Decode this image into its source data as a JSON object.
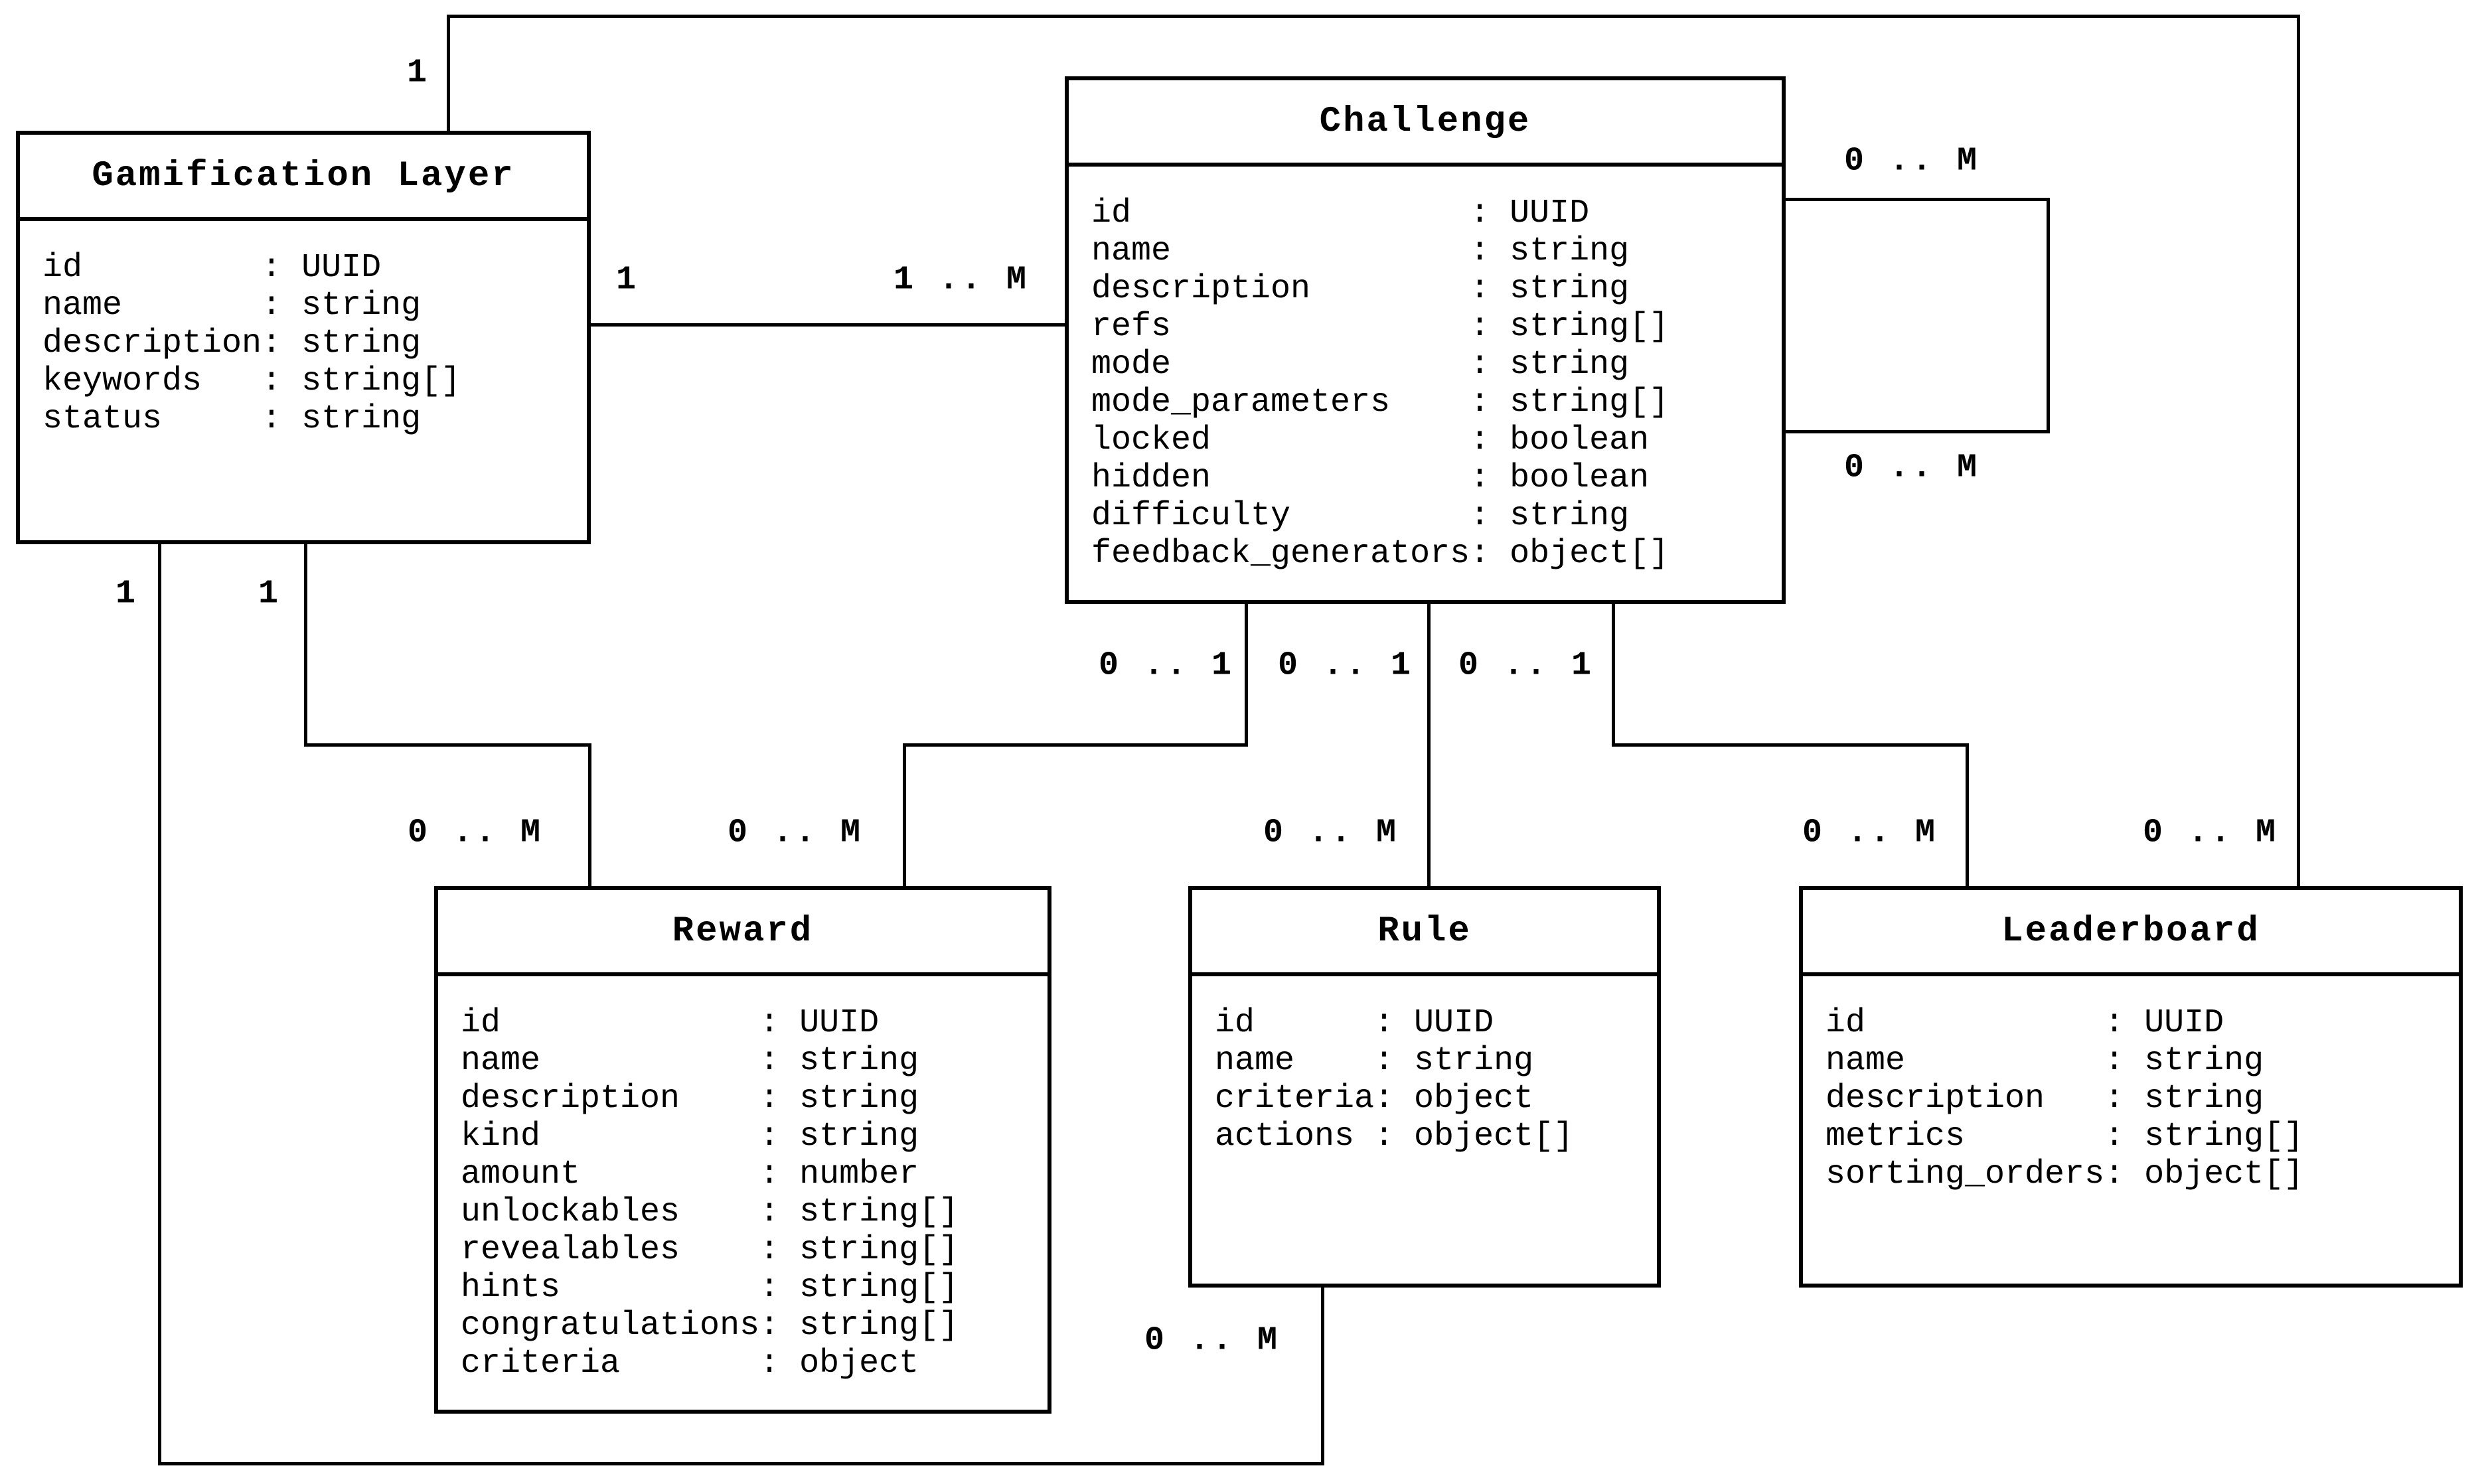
{
  "diagram": {
    "background_color": "#ffffff",
    "line_color": "#000000",
    "text_color": "#000000"
  },
  "entities": {
    "gamification_layer": {
      "title": "Gamification Layer",
      "attributes": [
        {
          "name": "id",
          "type": "UUID"
        },
        {
          "name": "name",
          "type": "string"
        },
        {
          "name": "description",
          "type": "string"
        },
        {
          "name": "keywords",
          "type": "string[]"
        },
        {
          "name": "status",
          "type": "string"
        }
      ]
    },
    "challenge": {
      "title": "Challenge",
      "attributes": [
        {
          "name": "id",
          "type": "UUID"
        },
        {
          "name": "name",
          "type": "string"
        },
        {
          "name": "description",
          "type": "string"
        },
        {
          "name": "refs",
          "type": "string[]"
        },
        {
          "name": "mode",
          "type": "string"
        },
        {
          "name": "mode_parameters",
          "type": "string[]"
        },
        {
          "name": "locked",
          "type": "boolean"
        },
        {
          "name": "hidden",
          "type": "boolean"
        },
        {
          "name": "difficulty",
          "type": "string"
        },
        {
          "name": "feedback_generators",
          "type": "object[]"
        }
      ]
    },
    "reward": {
      "title": "Reward",
      "attributes": [
        {
          "name": "id",
          "type": "UUID"
        },
        {
          "name": "name",
          "type": "string"
        },
        {
          "name": "description",
          "type": "string"
        },
        {
          "name": "kind",
          "type": "string"
        },
        {
          "name": "amount",
          "type": "number"
        },
        {
          "name": "unlockables",
          "type": "string[]"
        },
        {
          "name": "revealables",
          "type": "string[]"
        },
        {
          "name": "hints",
          "type": "string[]"
        },
        {
          "name": "congratulations",
          "type": "string[]"
        },
        {
          "name": "criteria",
          "type": "object"
        }
      ]
    },
    "rule": {
      "title": "Rule",
      "attributes": [
        {
          "name": "id",
          "type": "UUID"
        },
        {
          "name": "name",
          "type": "string"
        },
        {
          "name": "criteria",
          "type": "object"
        },
        {
          "name": "actions",
          "type": "object[]"
        }
      ]
    },
    "leaderboard": {
      "title": "Leaderboard",
      "attributes": [
        {
          "name": "id",
          "type": "UUID"
        },
        {
          "name": "name",
          "type": "string"
        },
        {
          "name": "description",
          "type": "string"
        },
        {
          "name": "metrics",
          "type": "string[]"
        },
        {
          "name": "sorting_orders",
          "type": "object[]"
        }
      ]
    }
  },
  "connections": {
    "gamification_challenge": {
      "source": "1",
      "target": "1 .. M"
    },
    "gamification_leaderboard": {
      "source": "1",
      "target": "0 .. M"
    },
    "gamification_reward": {
      "source": "1",
      "target": "0 .. M"
    },
    "gamification_rule": {
      "source": "1",
      "target": "0 .. M"
    },
    "challenge_subchallenge": {
      "source": "0 .. M",
      "target": "0 .. M"
    },
    "challenge_reward": {
      "source": "0 .. 1",
      "target": "0 .. M"
    },
    "challenge_rule": {
      "source": "0 .. 1",
      "target": "0 .. M"
    },
    "challenge_leaderboard": {
      "source": "0 .. 1",
      "target": "0 .. M"
    }
  }
}
